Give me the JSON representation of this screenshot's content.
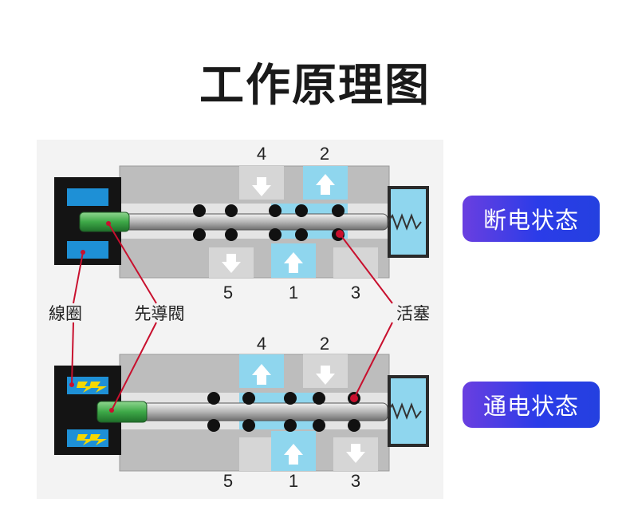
{
  "title": "工作原理图",
  "labels": {
    "coil": "線圈",
    "pilot_valve": "先導閥",
    "piston": "活塞"
  },
  "states": {
    "off": "断电状态",
    "on": "通电状态"
  },
  "ports": {
    "p4": "4",
    "p2": "2",
    "p5": "5",
    "p1": "1",
    "p3": "3"
  },
  "colors": {
    "body_gray": "#bdbdbd",
    "air_blue": "#8fd6ee",
    "coil_blue": "#1e90d6",
    "coil_housing": "#141414",
    "pilot_green": "#3da847",
    "seal_black": "#111111",
    "callout_red": "#c8102e",
    "badge_start": "#6a3fe0",
    "badge_end": "#2440e0"
  }
}
